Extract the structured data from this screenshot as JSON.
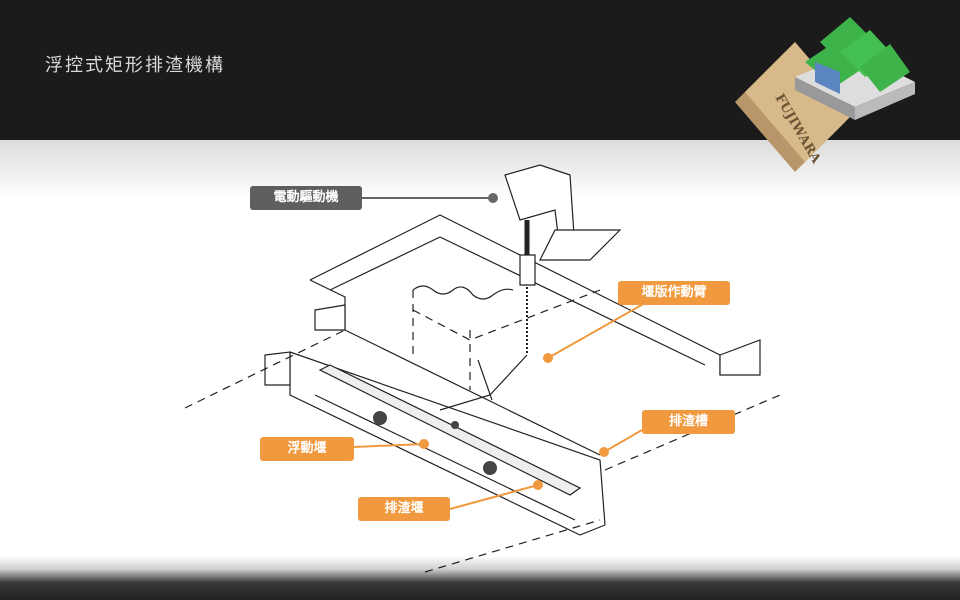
{
  "header": {
    "title": "浮控式矩形排渣機構"
  },
  "logo": {
    "text": "FUJIWARA",
    "icon": "building-document-icon"
  },
  "callouts": {
    "motor": "電動驅動機",
    "weir_arm": "堰版作動臂",
    "trough": "排渣槽",
    "floating_weir": "浮動堰",
    "slag_weir": "排渣堰"
  },
  "colors": {
    "accent": "#f0993e",
    "dark": "#1b1b1b",
    "gray_label": "#5f5f5f"
  }
}
